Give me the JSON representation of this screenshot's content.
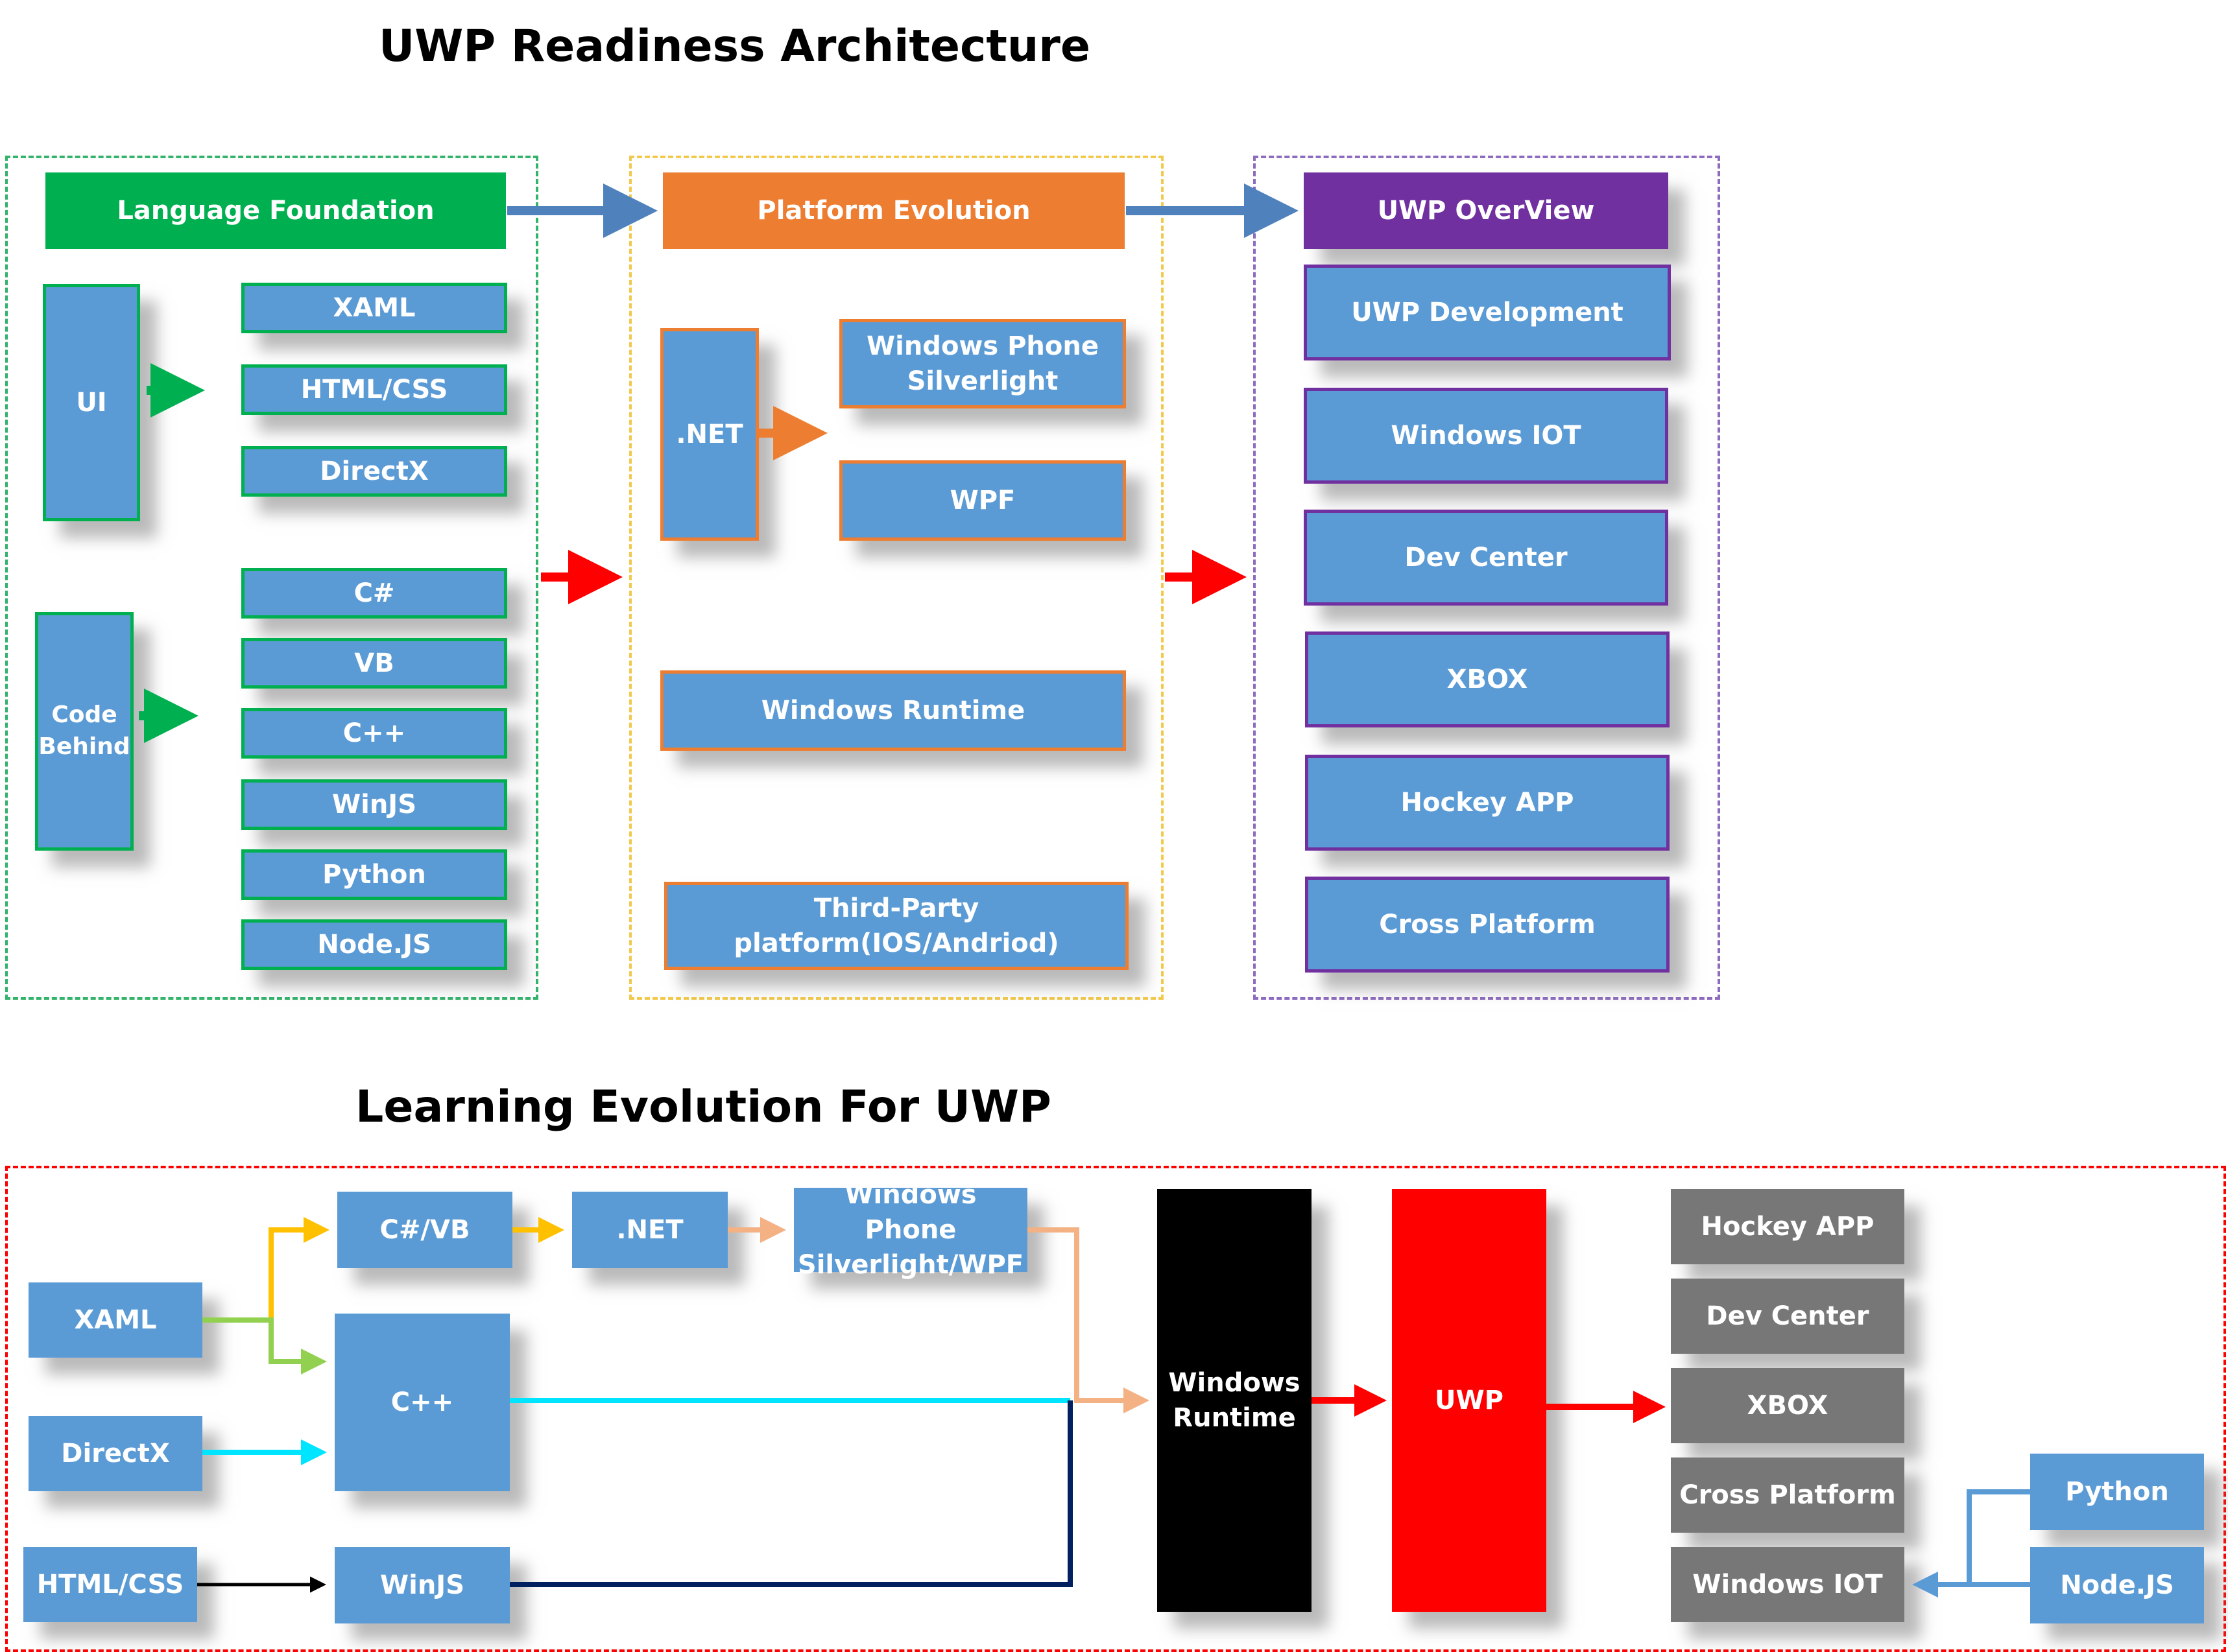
{
  "top": {
    "title": "UWP Readiness Architecture",
    "language_foundation": {
      "header": "Language Foundation",
      "ui_label": "UI",
      "ui_items": [
        "XAML",
        "HTML/CSS",
        "DirectX"
      ],
      "code_label": "Code\nBehind",
      "code_items": [
        "C#",
        "VB",
        "C++",
        "WinJS",
        "Python",
        "Node.JS"
      ]
    },
    "platform_evolution": {
      "header": "Platform Evolution",
      "net_label": ".NET",
      "net_items": [
        "Windows Phone\nSilverlight",
        "WPF"
      ],
      "runtime": "Windows Runtime",
      "third_party": "Third-Party platform(IOS/Andriod)"
    },
    "uwp_overview": {
      "header": "UWP OverView",
      "items": [
        "UWP Development",
        "Windows IOT",
        "Dev Center",
        "XBOX",
        "Hockey APP",
        "Cross Platform"
      ]
    }
  },
  "bottom": {
    "title": "Learning Evolution For UWP",
    "xaml": "XAML",
    "directx": "DirectX",
    "htmlcss": "HTML/CSS",
    "csvb": "C#/VB",
    "net": ".NET",
    "winphone": "Windows Phone\nSilverlight/WPF",
    "cpp": "C++",
    "winjs": "WinJS",
    "runtime": "Windows\nRuntime",
    "uwp": "UWP",
    "targets": [
      "Hockey APP",
      "Dev Center",
      "XBOX",
      "Cross Platform",
      "Windows IOT"
    ],
    "python": "Python",
    "nodejs": "Node.JS"
  },
  "colors": {
    "blue_box": "#5b9bd5",
    "green": "#00b050",
    "orange": "#ed7d31",
    "purple": "#7030a0",
    "red": "#ff0000",
    "gray_box": "#777777",
    "yellow_arrow": "#ffc000",
    "lime_line": "#92d050",
    "cyan_line": "#00e5ff",
    "peach_line": "#f4b183",
    "navy_line": "#002060",
    "arrow_blue": "#4f81bd",
    "frame_green": "#34b36b",
    "frame_yellow": "#f2c94c",
    "frame_purple": "#8e6bbf",
    "frame_red": "#ff0000"
  }
}
